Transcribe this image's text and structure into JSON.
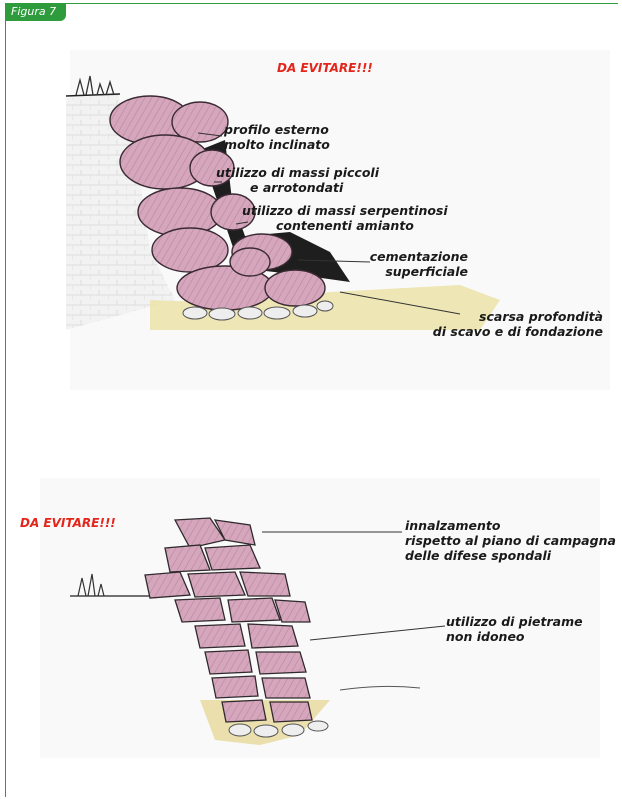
{
  "figure_label": "Figura 7",
  "top_panel": {
    "warning": "DA EVITARE!!!",
    "labels": {
      "profilo": [
        "profilo esterno",
        "molto inclinato"
      ],
      "massi_piccoli": [
        "utilizzo di massi piccoli",
        "e arrotondati"
      ],
      "serpentinosi": [
        "utilizzo di massi serpentinosi",
        "contenenti amianto"
      ],
      "cementazione": [
        "cementazione",
        "superficiale"
      ],
      "profondita": [
        "scarsa profondità",
        "di scavo e di fondazione"
      ]
    }
  },
  "bottom_panel": {
    "warning": "DA EVITARE!!!",
    "labels": {
      "innalzamento": [
        "innalzamento",
        "rispetto al piano di campagna",
        "delle difese spondali"
      ],
      "pietrame": [
        "utilizzo di pietrame",
        "non idoneo"
      ]
    }
  },
  "colors": {
    "frame": "#2e9b3c",
    "warning": "#e3251b",
    "stone": "#d8a9bd",
    "stone_dark": "#b07a95",
    "soil": "#e9dfa0"
  }
}
